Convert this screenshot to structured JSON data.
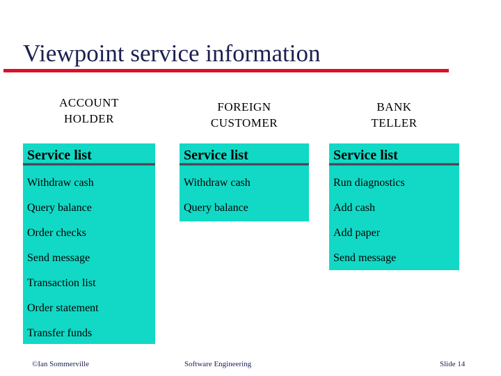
{
  "slide": {
    "title": "Viewpoint service information",
    "accent_color": "#d81228",
    "title_color": "#1b2050",
    "box_color": "#12d9c6",
    "underline_color": "#4d4452"
  },
  "columns": [
    {
      "id": "account-holder",
      "header_line1": "ACCOUNT",
      "header_line2": "HOLDER",
      "service_title": "Service list",
      "items": [
        "Withdraw cash",
        "Query balance",
        "Order checks",
        "Send message",
        "Transaction list",
        "Order statement",
        "Transfer funds"
      ]
    },
    {
      "id": "foreign-customer",
      "header_line1": "FOREIGN",
      "header_line2": "CUSTOMER",
      "service_title": "Service list",
      "items": [
        "Withdraw cash",
        "Query balance"
      ]
    },
    {
      "id": "bank-teller",
      "header_line1": "BANK",
      "header_line2": "TELLER",
      "service_title": "Service list",
      "items": [
        "Run diagnostics",
        "Add cash",
        "Add paper",
        "Send message"
      ]
    }
  ],
  "footer": {
    "author": "©Ian Sommerville",
    "center": "Software Engineering",
    "slide_number": "Slide  14"
  }
}
